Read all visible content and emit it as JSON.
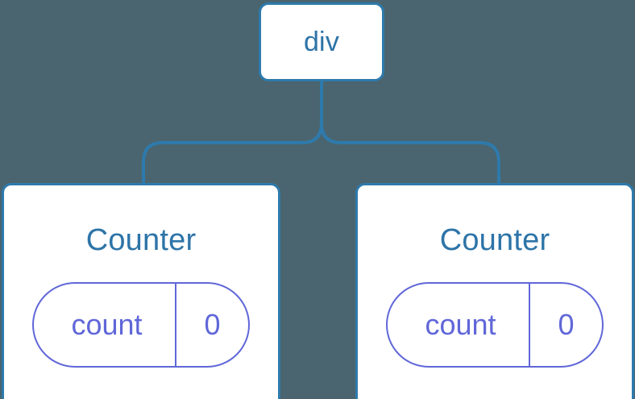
{
  "diagram": {
    "type": "component-tree",
    "background_color": "#4a656f",
    "node_border_color": "#2e7aac",
    "node_text_color": "#2d74a8",
    "state_color": "#6067d8",
    "connector_color": "#2e7aac",
    "root": {
      "label": "div"
    },
    "children": [
      {
        "title": "Counter",
        "state": {
          "key": "count",
          "value": "0"
        }
      },
      {
        "title": "Counter",
        "state": {
          "key": "count",
          "value": "0"
        }
      }
    ]
  }
}
